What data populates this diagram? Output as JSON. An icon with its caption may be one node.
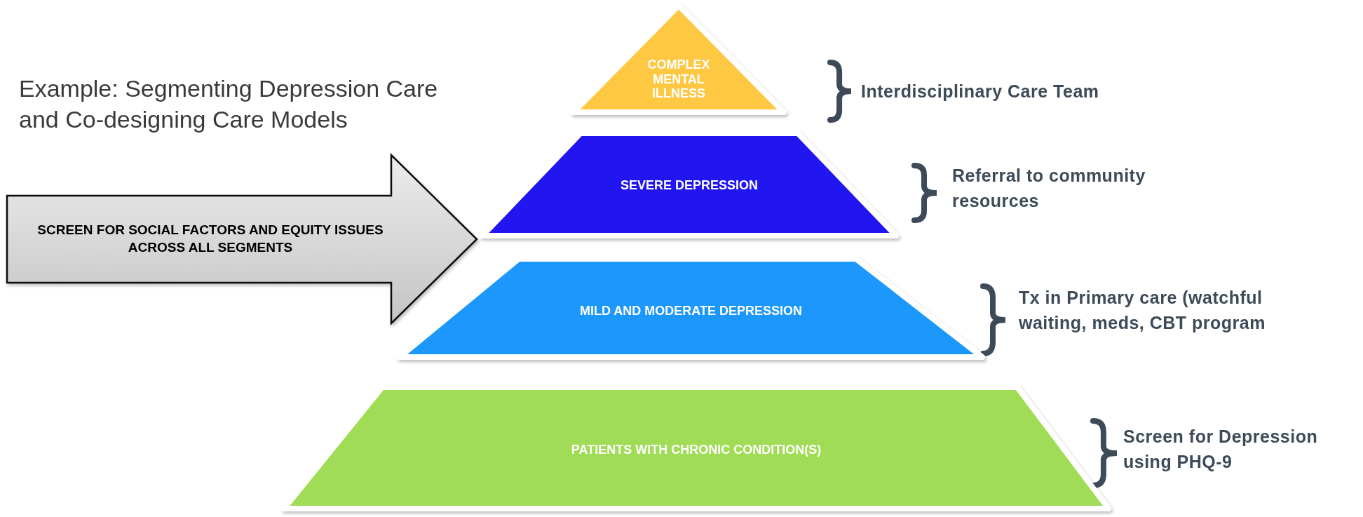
{
  "diagram": {
    "nodes": [
      {
        "text": [
          "COMPLEX MENTAL ILLNESS"
        ]
      },
      {
        "text": [
          "SEVERE DEPRESSION"
        ]
      },
      {
        "text": [
          "MILD AND MODERATE DEPRESSION"
        ]
      },
      {
        "text": [
          "PATIENTS WITH CHRONIC CONDITION(S)"
        ]
      },
      {
        "text": [
          "SCREEN FOR SOCIAL FACTORS AND EQUITY ISSUES ACROSS ALL SEGMENTS"
        ]
      }
    ],
    "labels": [
      "Example: Segmenting Depression Care and Co-designing Care Models",
      "Interdisciplinary Care Team",
      "Referral to community resources",
      "Tx in Primary care (watchful waiting, meds, CBT program",
      "Screen for Depression using PHQ-9"
    ]
  }
}
